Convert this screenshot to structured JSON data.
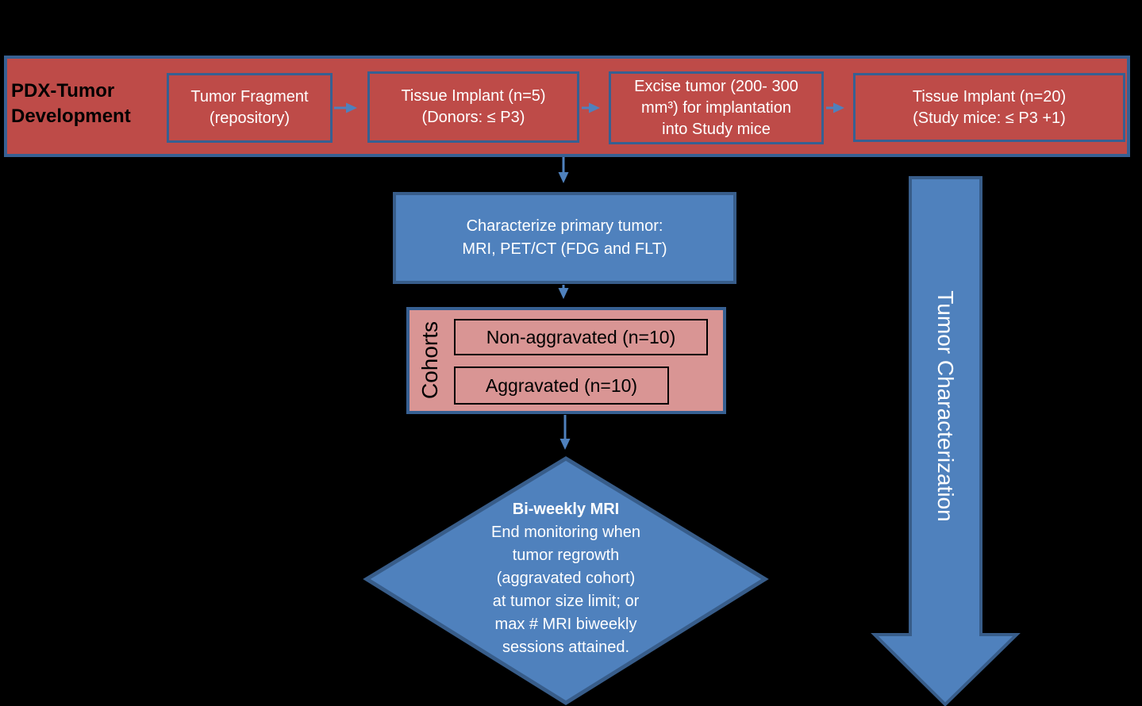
{
  "colors": {
    "background": "#000000",
    "banner_fill": "#BE4B48",
    "banner_border": "#376092",
    "blue_fill": "#4F81BD",
    "blue_border": "#385D8A",
    "pink_fill": "#D99594",
    "inner_box_border": "#000000",
    "connector": "#4F81BD",
    "text_dark": "#000000",
    "text_light": "#FFFFFF"
  },
  "banner": {
    "label": "PDX-Tumor\nDevelopment",
    "boxes": [
      {
        "text": "Tumor Fragment\n(repository)"
      },
      {
        "text": "Tissue Implant (n=5)\n(Donors: ≤ P3)"
      },
      {
        "text": "Excise tumor (200- 300\nmm³) for implantation\ninto Study mice"
      },
      {
        "text": "Tissue Implant (n=20)\n(Study mice: ≤ P3 +1)"
      }
    ]
  },
  "characterize": {
    "text": "Characterize primary tumor:\nMRI, PET/CT (FDG and FLT)"
  },
  "cohorts": {
    "label": "Cohorts",
    "items": [
      "Non-aggravated (n=10)",
      "Aggravated (n=10)"
    ]
  },
  "diamond": {
    "title": "Bi-weekly MRI",
    "body": "End monitoring when\ntumor regrowth\n(aggravated cohort)\nat tumor size limit; or\nmax # MRI biweekly\nsessions attained."
  },
  "side_arrow": {
    "label": "Tumor Characterization"
  }
}
